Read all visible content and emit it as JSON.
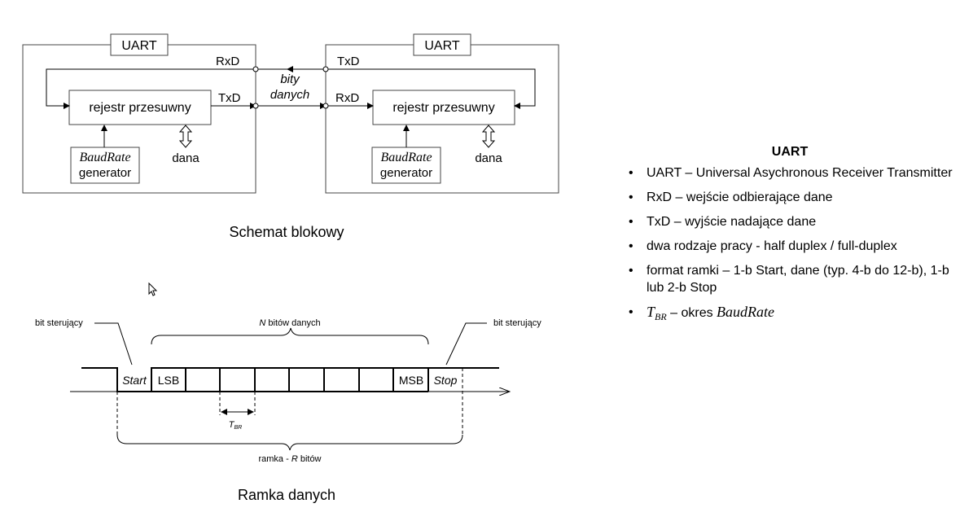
{
  "block": {
    "left_uart": "UART",
    "right_uart": "UART",
    "left_rxd": "RxD",
    "left_txd": "TxD",
    "right_txd": "TxD",
    "right_rxd": "RxD",
    "bus_line1": "bity",
    "bus_line2": "danych",
    "left_register": "rejestr przesuwny",
    "right_register": "rejestr przesuwny",
    "baud_word": "BaudRate",
    "gen_word": "generator",
    "dana": "dana",
    "caption": "Schemat blokowy"
  },
  "frame": {
    "ctrl_left": "bit sterujący",
    "ctrl_right": "bit sterujący",
    "n_italic": "N",
    "n_rest": " bitów danych",
    "start": "Start",
    "lsb": "LSB",
    "msb": "MSB",
    "stop": "Stop",
    "tbr_t": "T",
    "tbr_sub": "BR",
    "ramka_prefix": "ramka - ",
    "ramka_r": "R",
    "ramka_suffix": " bitów",
    "caption": "Ramka danych"
  },
  "info": {
    "title": "UART",
    "items": [
      "UART – Universal Asychronous Receiver Transmitter",
      "RxD – wejście odbierające dane",
      "TxD – wyjście nadające dane",
      "dwa rodzaje pracy - half duplex / full-duplex",
      "format ramki – 1-b Start, dane (typ. 4-b do 12-b), 1-b lub 2-b Stop"
    ],
    "last_t": "T",
    "last_sub": "BR",
    "last_mid": " – okres ",
    "last_br": "BaudRate"
  }
}
